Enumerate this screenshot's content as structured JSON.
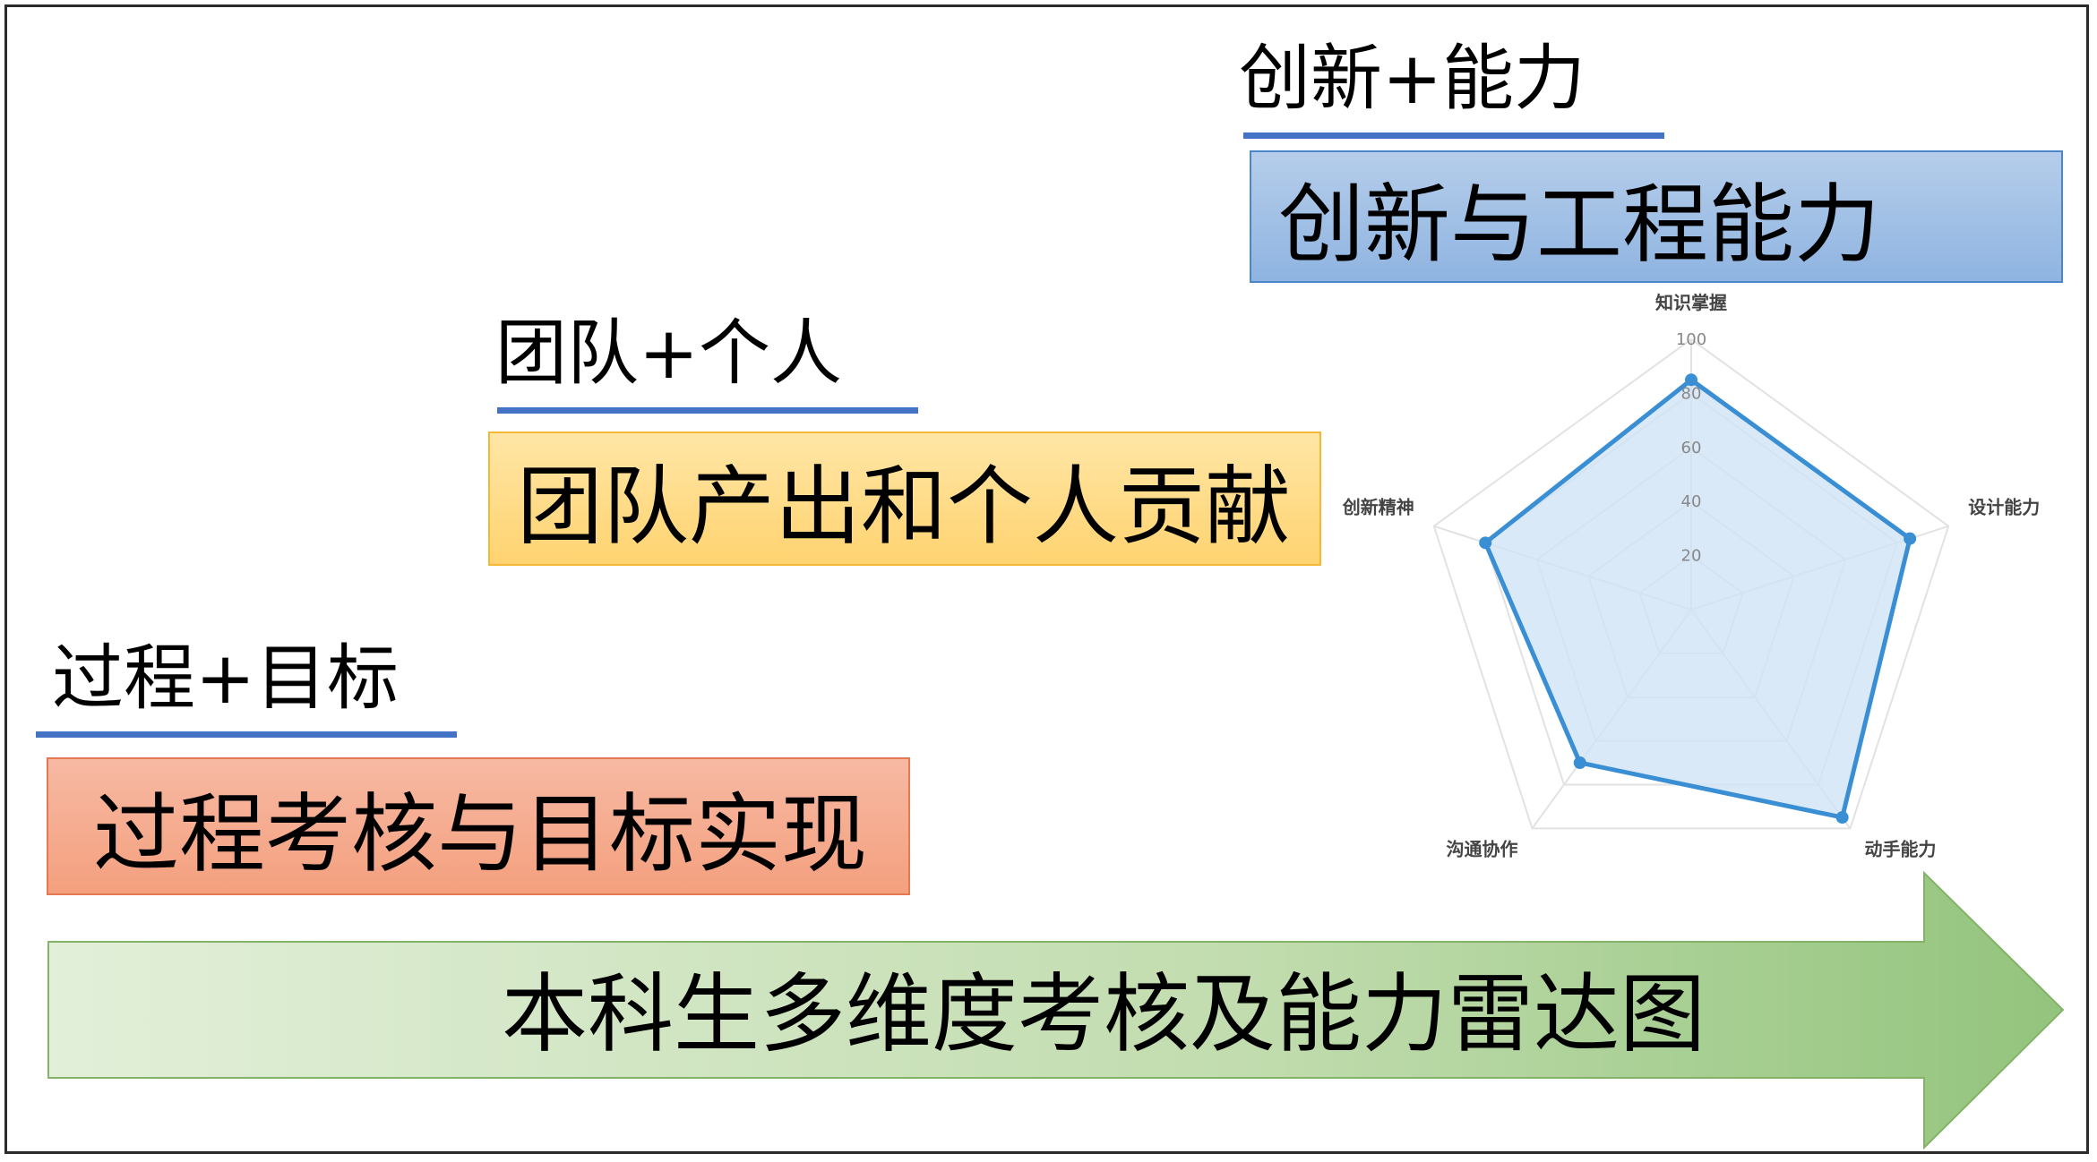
{
  "headings": {
    "innovation": "创新+能力",
    "team": "团队+个人",
    "process": "过程+目标"
  },
  "boxes": {
    "innovation": "创新与工程能力",
    "team": "团队产出和个人贡献",
    "process": "过程考核与目标实现"
  },
  "arrow": {
    "label": "本科生多维度考核及能力雷达图"
  },
  "colors": {
    "underline": "#4472c4",
    "radar_line": "#3a8fd4",
    "radar_fill": "#cfe3f5"
  },
  "chart_data": {
    "type": "radar",
    "axes": [
      "知识掌握",
      "设计能力",
      "动手能力",
      "沟通协作",
      "创新精神"
    ],
    "values": [
      85,
      85,
      95,
      70,
      80
    ],
    "ticks": [
      20,
      40,
      60,
      80,
      100
    ],
    "rlim": [
      0,
      100
    ]
  }
}
